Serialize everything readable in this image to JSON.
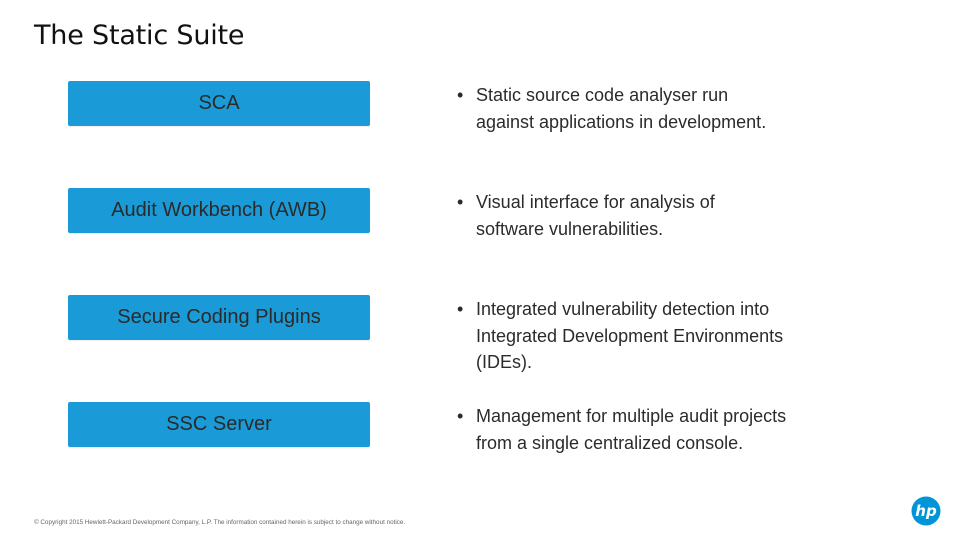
{
  "slide": {
    "title": "The Static Suite"
  },
  "rows": [
    {
      "label": "SCA",
      "bullet": "•",
      "description": "Static source code analyser run against applications in development."
    },
    {
      "label": "Audit Workbench (AWB)",
      "bullet": "•",
      "description": "Visual interface for analysis of software vulnerabilities."
    },
    {
      "label": "Secure Coding Plugins",
      "bullet": "•",
      "description": "Integrated vulnerability detection into Integrated Development Environments (IDEs)."
    },
    {
      "label": "SSC Server",
      "bullet": "•",
      "description": "Management for multiple audit projects from a single centralized console."
    }
  ],
  "footer": {
    "copyright": "© Copyright 2015 Hewlett-Packard Development Company, L.P. The information contained herein is subject to change without notice."
  },
  "logo": {
    "text": "hp",
    "icon": "hp-logo-icon",
    "color": "#0096d6"
  },
  "colors": {
    "box_fill": "#1a9bd7"
  }
}
